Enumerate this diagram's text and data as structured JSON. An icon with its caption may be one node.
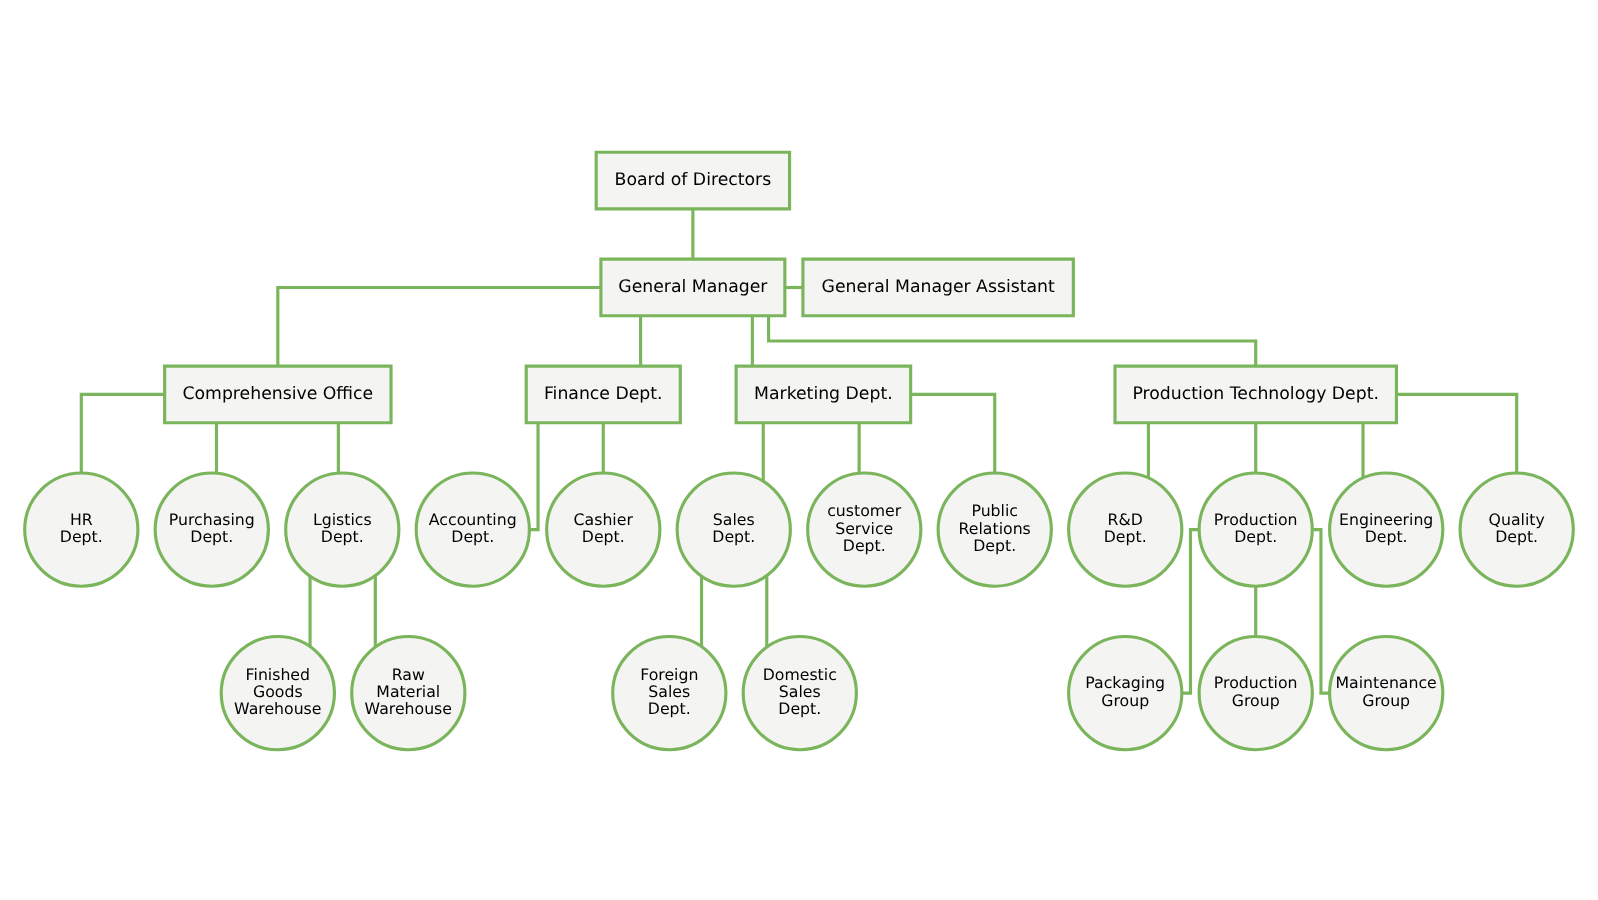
{
  "diagram": {
    "nodes": [
      {
        "text": [
          "Board of Directors"
        ]
      },
      {
        "text": [
          "General Manager"
        ]
      },
      {
        "text": [
          "General Manager Assistant"
        ]
      },
      {
        "text": [
          "Comprehensive Office"
        ]
      },
      {
        "text": [
          "Finance Dept."
        ]
      },
      {
        "text": [
          "Marketing Dept."
        ]
      },
      {
        "text": [
          "Production Technology Dept."
        ]
      },
      {
        "text": [
          "HR Dept."
        ]
      },
      {
        "text": [
          "Purchasing Dept."
        ]
      },
      {
        "text": [
          "Lgistics Dept."
        ]
      },
      {
        "text": [
          "Accounting Dept."
        ]
      },
      {
        "text": [
          "Cashier Dept."
        ]
      },
      {
        "text": [
          "Sales Dept."
        ]
      },
      {
        "text": [
          "customer Service Dept."
        ]
      },
      {
        "text": [
          "Public Relations Dept."
        ]
      },
      {
        "text": [
          "R&D Dept."
        ]
      },
      {
        "text": [
          "Production Dept."
        ]
      },
      {
        "text": [
          "Engineering Dept."
        ]
      },
      {
        "text": [
          "Quality Dept."
        ]
      },
      {
        "text": [
          "Finished Goods Warehouse"
        ]
      },
      {
        "text": [
          "Raw Material Warehouse"
        ]
      },
      {
        "text": [
          "Foreign Sales Dept."
        ]
      },
      {
        "text": [
          "Domestic Sales Dept."
        ]
      },
      {
        "text": [
          "Packaging Group"
        ]
      },
      {
        "text": [
          "Production Group"
        ]
      },
      {
        "text": [
          "Maintenance Group"
        ]
      }
    ],
    "edges": [
      {
        "from": 0,
        "to": 1,
        "arrow": "none"
      },
      {
        "from": 1,
        "to": 2,
        "arrow": "none"
      },
      {
        "from": 1,
        "to": 3,
        "arrow": "none"
      },
      {
        "from": 1,
        "to": 4,
        "arrow": "none"
      },
      {
        "from": 1,
        "to": 5,
        "arrow": "none"
      },
      {
        "from": 1,
        "to": 6,
        "arrow": "none"
      },
      {
        "from": 3,
        "to": 7,
        "arrow": "none"
      },
      {
        "from": 3,
        "to": 8,
        "arrow": "none"
      },
      {
        "from": 3,
        "to": 9,
        "arrow": "none"
      },
      {
        "from": 4,
        "to": 10,
        "arrow": "none"
      },
      {
        "from": 4,
        "to": 11,
        "arrow": "none"
      },
      {
        "from": 5,
        "to": 12,
        "arrow": "none"
      },
      {
        "from": 5,
        "to": 13,
        "arrow": "none"
      },
      {
        "from": 5,
        "to": 14,
        "arrow": "none"
      },
      {
        "from": 6,
        "to": 15,
        "arrow": "none"
      },
      {
        "from": 6,
        "to": 16,
        "arrow": "none"
      },
      {
        "from": 6,
        "to": 17,
        "arrow": "none"
      },
      {
        "from": 6,
        "to": 18,
        "arrow": "none"
      },
      {
        "from": 9,
        "to": 19,
        "arrow": "none"
      },
      {
        "from": 9,
        "to": 20,
        "arrow": "none"
      },
      {
        "from": 12,
        "to": 21,
        "arrow": "none"
      },
      {
        "from": 12,
        "to": 22,
        "arrow": "none"
      },
      {
        "from": 16,
        "to": 23,
        "arrow": "none"
      },
      {
        "from": 16,
        "to": 24,
        "arrow": "none"
      },
      {
        "from": 16,
        "to": 25,
        "arrow": "none"
      }
    ]
  }
}
